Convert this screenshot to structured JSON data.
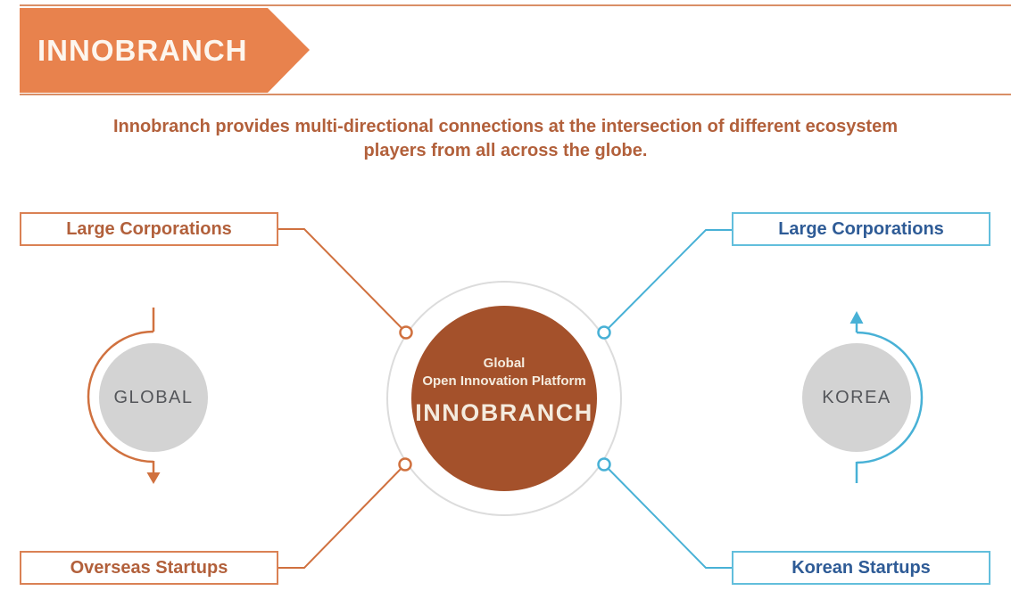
{
  "slide": {
    "title": "INNOBRANCH",
    "subtitle_line1": "Innobranch provides multi-directional connections at the intersection of different ecosystem",
    "subtitle_line2": "players from all across the globe."
  },
  "center_platform": {
    "line1": "Global",
    "line2": "Open Innovation Platform",
    "name": "INNOBRANCH"
  },
  "global_side": {
    "hub_label": "GLOBAL",
    "top_box_label": "Large Corporations",
    "bottom_box_label": "Overseas Startups"
  },
  "korea_side": {
    "hub_label": "KOREA",
    "top_box_label": "Large Corporations",
    "bottom_box_label": "Korean Startups"
  },
  "icons": {
    "left_flow": "down-arrow",
    "right_flow": "up-arrow"
  },
  "colors": {
    "banner_orange": "#E8824D",
    "header_rule": "#D98E66",
    "rust_text": "#B2603B",
    "orange_accent": "#D0713F",
    "orange_box_border": "#DA8154",
    "blue_accent": "#48B1D6",
    "blue_box_border": "#62BEDC",
    "blue_text": "#2E5B96",
    "center_circle_fill": "#A4512B",
    "center_text": "#F4EBDE",
    "outer_ring": "#DCDCDC",
    "hub_gray": "#D3D3D3",
    "hub_text": "#54565A"
  }
}
